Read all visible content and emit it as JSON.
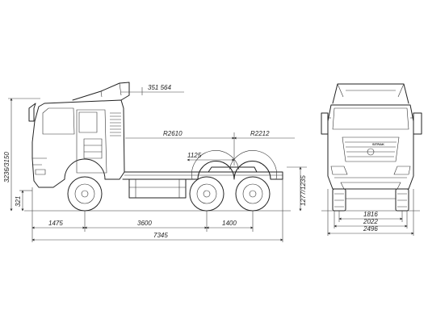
{
  "drawing": {
    "side_view": {
      "dimensions": {
        "roof_spoiler": "351  564",
        "overall_height": "3236/3150",
        "ground_clearance": "321",
        "front_overhang": "1475",
        "wheelbase": "3600",
        "rear_axle_spacing": "1400",
        "overall_length": "7345",
        "turning_radius_front": "R2610",
        "turning_radius_rear": "R2212",
        "fifth_wheel_offset": "1125",
        "fifth_wheel_height": "1277/1235"
      }
    },
    "front_view": {
      "brand_badge": "SITRAK",
      "dimensions": {
        "front_track": "1816",
        "rear_track": "2022",
        "overall_width": "2496"
      }
    }
  }
}
